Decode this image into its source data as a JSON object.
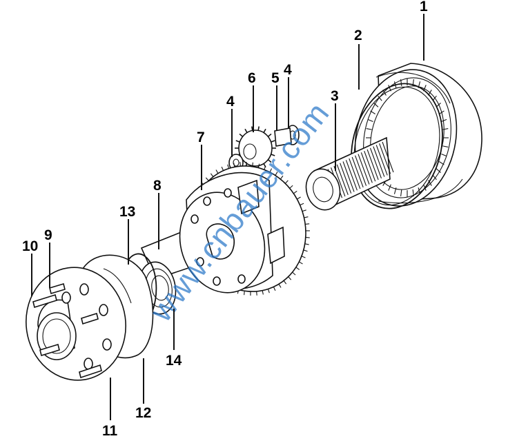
{
  "diagram": {
    "callouts": [
      {
        "id": "c1",
        "label": "1"
      },
      {
        "id": "c2",
        "label": "2"
      },
      {
        "id": "c3",
        "label": "3"
      },
      {
        "id": "c4a",
        "label": "4"
      },
      {
        "id": "c4b",
        "label": "4"
      },
      {
        "id": "c5",
        "label": "5"
      },
      {
        "id": "c6",
        "label": "6"
      },
      {
        "id": "c7",
        "label": "7"
      },
      {
        "id": "c8",
        "label": "8"
      },
      {
        "id": "c9",
        "label": "9"
      },
      {
        "id": "c10",
        "label": "10"
      },
      {
        "id": "c11",
        "label": "11"
      },
      {
        "id": "c12",
        "label": "12"
      },
      {
        "id": "c13",
        "label": "13"
      },
      {
        "id": "c14",
        "label": "14"
      }
    ],
    "watermark": "www.cnbauer.com",
    "colors": {
      "line": "#111111",
      "watermark": "#2b78c9",
      "background": "#ffffff"
    }
  }
}
